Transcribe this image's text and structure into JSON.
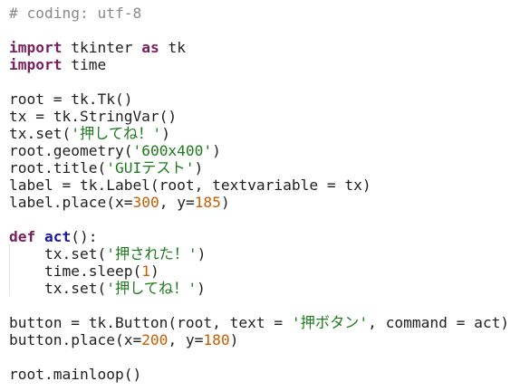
{
  "colors": {
    "keyword": "#7a1f5c",
    "function_name": "#1a1aa6",
    "string": "#1d7a1d",
    "number": "#c65d00",
    "comment": "#8a8a8a",
    "text": "#1f1f1f",
    "background": "#ffffff"
  },
  "lines": [
    [
      {
        "t": "cm",
        "v": "# coding: utf-8"
      }
    ],
    [],
    [
      {
        "t": "kw",
        "v": "import"
      },
      {
        "t": "tx",
        "v": " tkinter "
      },
      {
        "t": "kw",
        "v": "as"
      },
      {
        "t": "tx",
        "v": " tk"
      }
    ],
    [
      {
        "t": "kw",
        "v": "import"
      },
      {
        "t": "tx",
        "v": " time"
      }
    ],
    [],
    [
      {
        "t": "tx",
        "v": "root = tk.Tk()"
      }
    ],
    [
      {
        "t": "tx",
        "v": "tx = tk.StringVar()"
      }
    ],
    [
      {
        "t": "tx",
        "v": "tx.set("
      },
      {
        "t": "str",
        "v": "'押してね！'"
      },
      {
        "t": "tx",
        "v": ")"
      }
    ],
    [
      {
        "t": "tx",
        "v": "root.geometry("
      },
      {
        "t": "str",
        "v": "'600x400'"
      },
      {
        "t": "tx",
        "v": ")"
      }
    ],
    [
      {
        "t": "tx",
        "v": "root.title("
      },
      {
        "t": "str",
        "v": "'GUIテスト'"
      },
      {
        "t": "tx",
        "v": ")"
      }
    ],
    [
      {
        "t": "tx",
        "v": "label = tk.Label(root, textvariable = tx)"
      }
    ],
    [
      {
        "t": "tx",
        "v": "label.place(x="
      },
      {
        "t": "num",
        "v": "300"
      },
      {
        "t": "tx",
        "v": ", y="
      },
      {
        "t": "num",
        "v": "185"
      },
      {
        "t": "tx",
        "v": ")"
      }
    ],
    [],
    [
      {
        "t": "kw",
        "v": "def"
      },
      {
        "t": "tx",
        "v": " "
      },
      {
        "t": "def",
        "v": "act"
      },
      {
        "t": "tx",
        "v": "():"
      }
    ],
    [
      {
        "t": "tx",
        "v": "    tx.set("
      },
      {
        "t": "str",
        "v": "'押された！'"
      },
      {
        "t": "tx",
        "v": ")"
      }
    ],
    [
      {
        "t": "tx",
        "v": "    time.sleep("
      },
      {
        "t": "num",
        "v": "1"
      },
      {
        "t": "tx",
        "v": ")"
      }
    ],
    [
      {
        "t": "tx",
        "v": "    tx.set("
      },
      {
        "t": "str",
        "v": "'押してね！'"
      },
      {
        "t": "tx",
        "v": ")"
      }
    ],
    [],
    [
      {
        "t": "tx",
        "v": "button = tk.Button(root, text = "
      },
      {
        "t": "str",
        "v": "'押ボタン'"
      },
      {
        "t": "tx",
        "v": ", command = act)"
      }
    ],
    [
      {
        "t": "tx",
        "v": "button.place(x="
      },
      {
        "t": "num",
        "v": "200"
      },
      {
        "t": "tx",
        "v": ", y="
      },
      {
        "t": "num",
        "v": "180"
      },
      {
        "t": "tx",
        "v": ")"
      }
    ],
    [],
    [
      {
        "t": "tx",
        "v": "root.mainloop()"
      }
    ]
  ]
}
